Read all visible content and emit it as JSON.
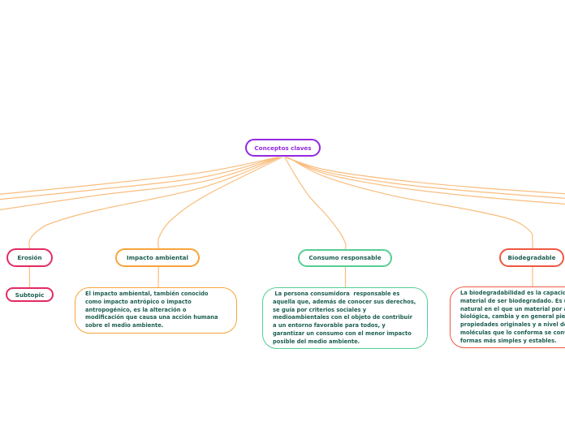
{
  "palette": {
    "purple": "#9428e0",
    "pink": "#e42a62",
    "orange": "#f7a439",
    "green": "#55cf94",
    "red": "#ef5743",
    "text": "#1b5e50",
    "line": "#f9bd7d",
    "background": "#ffffff"
  },
  "map": {
    "root": {
      "label": "Conceptos claves",
      "color": "#9428e0"
    },
    "branches": [
      {
        "label": "Erosión",
        "color": "#e42a62",
        "children": [
          {
            "label": "Subtopic",
            "color": "#e42a62"
          }
        ]
      },
      {
        "label": "Impacto ambiental",
        "color": "#f7a439",
        "note": "El impacto ambiental, también conocido como impacto antrópico o impacto antropogénico, es la alteración o modificación que causa una acción humana sobre el medio ambiente."
      },
      {
        "label": "Consumo responsable",
        "color": "#55cf94",
        "note": " La persona consumidora  responsable es aquella que, además de conocer sus derechos, se guía por criterios sociales y medioambientales con el objeto de contribuir a un entorno favorable para todos, y garantizar un consumo con el menor impacto posible del medio ambiente."
      },
      {
        "label": "Biodegradable",
        "color": "#ef5743",
        "note": "La biodegradabilidad es la capacidad de un material de ser biodegradado. Es un proceso natural en el que un material por acción biológica, cambia y en general pierde sus propiedades originales y a nivel de las moléculas que lo conforma se convierten en formas más simples y estables."
      }
    ]
  }
}
